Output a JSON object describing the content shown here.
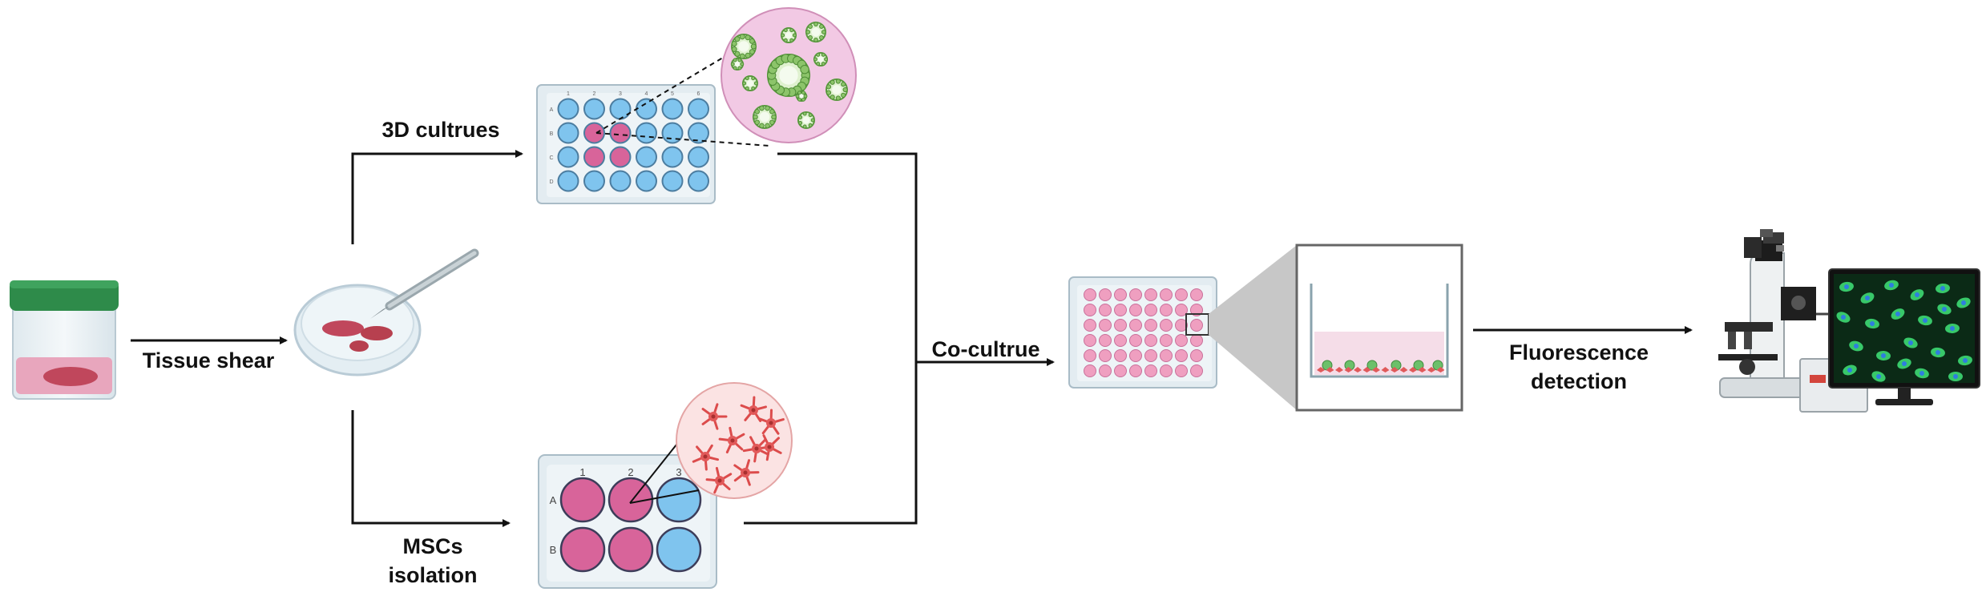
{
  "labels": {
    "tissue_shear": "Tissue shear",
    "cultures_3d": "3D cultrues",
    "mscs_line1": "MSCs",
    "mscs_line2": "isolation",
    "co_culture": "Co-cultrue",
    "fluor_line1": "Fluorescence",
    "fluor_line2": "detection"
  },
  "plate_24": {
    "row_letters": [
      "A",
      "B",
      "C",
      "D"
    ],
    "column_numbers": [
      "1",
      "2",
      "3",
      "4",
      "5",
      "6"
    ]
  },
  "plate_6": {
    "row_letters": [
      "A",
      "B"
    ],
    "column_numbers": [
      "1",
      "2",
      "3"
    ]
  },
  "colors": {
    "jar_lid": "#2e8b4a",
    "tissue": "#c0475c",
    "well_blue": "#7fc4ee",
    "well_pink": "#d8649a",
    "well_light_pink": "#ef9fc0",
    "organoid_bg": "#f2c9e4",
    "msc_bg": "#fbe3e3",
    "screen_bg": "#0b2a16",
    "arrow": "#111111"
  }
}
